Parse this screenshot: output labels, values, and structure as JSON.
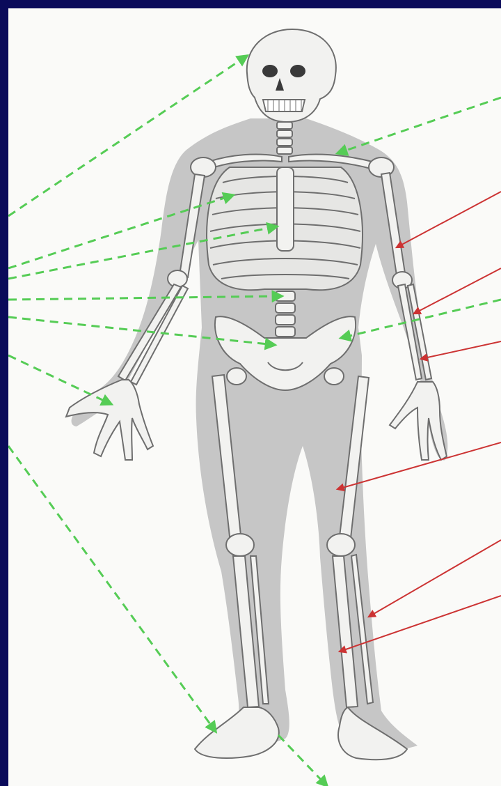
{
  "figure": {
    "subject": "human-skeleton",
    "colors": {
      "frame": "#0a0a5a",
      "panel": "#fafaf8",
      "silhouette": "#c6c6c6",
      "bone": "#f2f2f0",
      "bone_outline": "#6e6e6e",
      "axial_leader": "#55cc55",
      "appendicular_leader": "#cc3333"
    },
    "axial_leaders": [
      {
        "id": "skull"
      },
      {
        "id": "cervical-vertebrae"
      },
      {
        "id": "sternum"
      },
      {
        "id": "ribs"
      },
      {
        "id": "vertebral-column"
      },
      {
        "id": "sacrum"
      },
      {
        "id": "pelvis"
      },
      {
        "id": "hand"
      },
      {
        "id": "foot-left"
      },
      {
        "id": "foot-right"
      }
    ],
    "appendicular_leaders": [
      {
        "id": "humerus"
      },
      {
        "id": "radius"
      },
      {
        "id": "ulna"
      },
      {
        "id": "femur"
      },
      {
        "id": "fibula"
      },
      {
        "id": "tibia"
      }
    ]
  }
}
